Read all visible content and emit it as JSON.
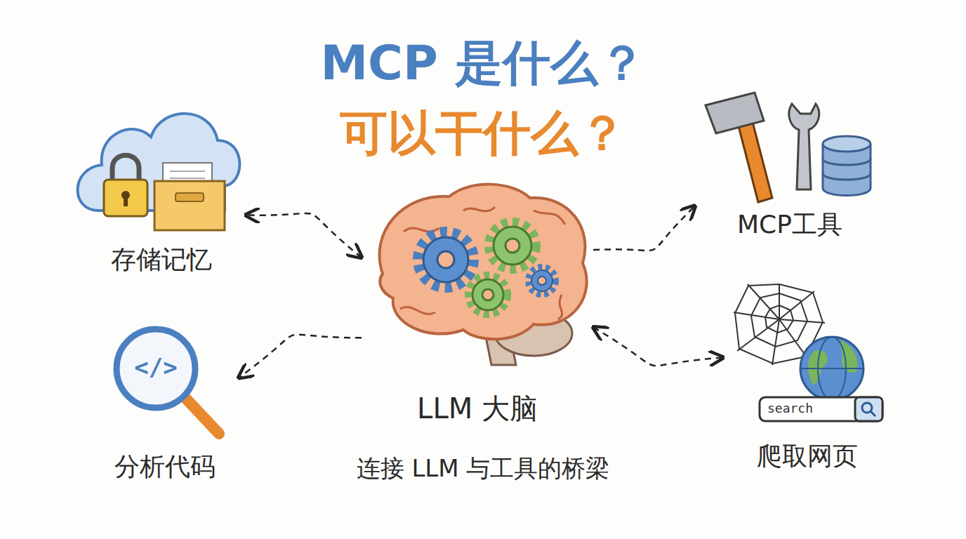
{
  "diagram": {
    "title": "MCP 是什么？",
    "nodes": [
      {
        "text": [
          "存储记忆"
        ]
      },
      {
        "text": [
          "MCP工具"
        ]
      },
      {
        "text": [
          "LLM 大脑"
        ]
      },
      {
        "text": [
          "分析代码"
        ]
      },
      {
        "text": [
          "爬取网页"
        ]
      }
    ],
    "edges": [
      {
        "from": 2,
        "to": 0,
        "arrow": "both"
      },
      {
        "from": 2,
        "to": 1,
        "arrow": "to"
      },
      {
        "from": 2,
        "to": 3,
        "arrow": "to"
      },
      {
        "from": 2,
        "to": 4,
        "arrow": "both"
      }
    ],
    "labels": [
      "可以干什么？",
      "search",
      "</>",
      "连接 LLM 与工具的桥梁"
    ]
  }
}
